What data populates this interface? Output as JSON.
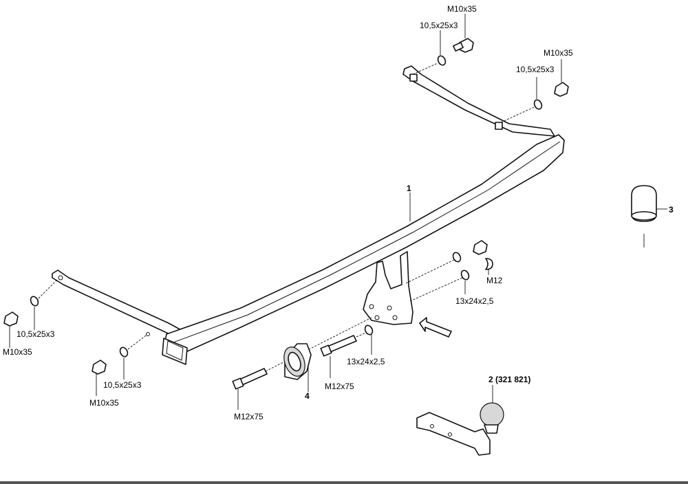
{
  "callouts": {
    "part_1": "1",
    "part_2": "2 (321 821)",
    "part_3": "3",
    "part_4": "4"
  },
  "labels": {
    "bolt_m10x35": "M10x35",
    "washer_10_5x25x3": "10,5x25x3",
    "bolt_m12x75": "M12x75",
    "nut_m12": "M12",
    "washer_13x24x2_5": "13x24x2,5"
  }
}
